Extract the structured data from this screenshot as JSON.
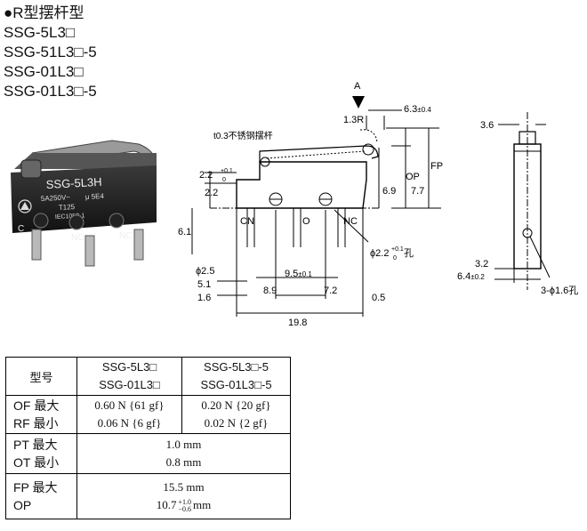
{
  "header": {
    "title": "●R型摆杆型",
    "models": [
      "SSG-5L3□",
      "SSG-51L3□-5",
      "SSG-01L3□",
      "SSG-01L3□-5"
    ]
  },
  "photo": {
    "body_text": "SSG-5L3H",
    "rating_line1": "5A250V~",
    "rating_line2": "μ 5E4",
    "rating_line3": "T125",
    "rating_line4": "IEC1058-1",
    "terminal_c": "C",
    "terminal_no": "NO",
    "terminal_nc": "NC"
  },
  "drawing": {
    "arrow_label": "A",
    "dim_6_3": "6.3",
    "dim_6_3_tol": "±0.4",
    "dim_1_3r": "1.3R",
    "lever_note": "t0.3不锈钢摆杆",
    "dim_2_2_top": "2.2",
    "dim_2_2_top_tol_up": "+0.1",
    "dim_2_2_top_tol_dn": "0",
    "dim_2_2": "2.2",
    "dim_6_1": "6.1",
    "dim_6_9": "6.9",
    "dim_7_7": "7.7",
    "label_op": "OP",
    "label_fp": "FP",
    "label_cn": "CN",
    "label_o": "O",
    "label_nc": "NC",
    "hole_note": "ϕ2.2",
    "hole_note_tol": "+0.1",
    "hole_note_tol_dn": "0",
    "hole_note_suffix": "孔",
    "dim_phi_2_5": "ϕ2.5",
    "dim_5_1": "5.1",
    "dim_9_5": "9.5",
    "dim_9_5_tol": "±0.1",
    "dim_1_6": "1.6",
    "dim_8_9": "8.9",
    "dim_7_2": "7.2",
    "dim_0_5": "0.5",
    "dim_19_8": "19.8",
    "side_3_6": "3.6",
    "side_3_2": "3.2",
    "side_6_4": "6.4",
    "side_6_4_tol": "±0.2",
    "side_hole": "3-ϕ1.6孔"
  },
  "table": {
    "head_label": "型号",
    "col1": [
      "SSG-5L3□",
      "SSG-01L3□"
    ],
    "col2": [
      "SSG-5L3□-5",
      "SSG-01L3□-5"
    ],
    "of_label": "OF 最大",
    "rf_label": "RF 最小",
    "of_col1": "0.60 N {61 gf}",
    "rf_col1": "0.06 N {6 gf}",
    "of_col2": "0.20 N {20 gf}",
    "rf_col2": "0.02 N {2 gf}",
    "pt_label": "PT 最大",
    "ot_label": "OT 最小",
    "pt_val": "1.0 mm",
    "ot_val": "0.8 mm",
    "fp_label": "FP 最大",
    "op_label": "OP",
    "fp_val": "15.5 mm",
    "op_val_main": "10.7",
    "op_val_tol_up": "+1.0",
    "op_val_tol_dn": "−0.6",
    "op_val_unit": "mm"
  }
}
